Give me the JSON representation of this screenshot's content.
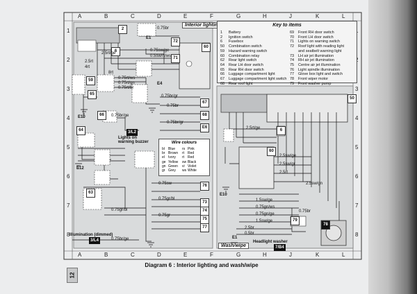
{
  "diagram": {
    "caption": "Diagram 6 : Interior lighting and wash/wipe",
    "page_number": "12",
    "columns": [
      "A",
      "B",
      "C",
      "D",
      "E",
      "F",
      "G",
      "H",
      "J",
      "K",
      "L"
    ],
    "rows": [
      "1",
      "2",
      "3",
      "4",
      "5",
      "6",
      "7",
      "8"
    ],
    "panels": {
      "interior_lighting": "Interior lighting",
      "wash_wipe": "Wash/wipe",
      "key_to_items": "Key to items"
    },
    "wire_colours": {
      "title": "Wire colours",
      "entries": [
        [
          "bl",
          "Blue",
          "rs",
          "Pink"
        ],
        [
          "br",
          "Brown",
          "rt",
          "Red"
        ],
        [
          "el",
          "Ivory",
          "rt",
          "Red"
        ],
        [
          "ge",
          "Yellow",
          "sw",
          "Black"
        ],
        [
          "gn",
          "Green",
          "vi",
          "Violet"
        ],
        [
          "gr",
          "Grey",
          "ws",
          "White"
        ]
      ]
    },
    "key_left": [
      [
        "1",
        "Battery"
      ],
      [
        "2",
        "Ignition switch"
      ],
      [
        "6",
        "Fusebox"
      ],
      [
        "50",
        "Combination switch"
      ],
      [
        "59",
        "Hazard warning switch"
      ],
      [
        "60",
        "Combination relay"
      ],
      [
        "62",
        "Rear light switch"
      ],
      [
        "64",
        "Rear LH door switch"
      ],
      [
        "65",
        "Rear RH door switch"
      ],
      [
        "66",
        "Luggage compartment light"
      ],
      [
        "67",
        "Luggage compartment light switch"
      ],
      [
        "68",
        "Rear roof light"
      ]
    ],
    "key_right": [
      [
        "69",
        "Front RH door switch"
      ],
      [
        "70",
        "Front LH door switch"
      ],
      [
        "71",
        "Lights on warning switch"
      ],
      [
        "72",
        "Roof light with reading light"
      ],
      [
        "",
        "and seatbelt warning light"
      ],
      [
        "73",
        "LH air jet illumination"
      ],
      [
        "74",
        "RH air jet illumination"
      ],
      [
        "75",
        "Centre air jet illumination"
      ],
      [
        "76",
        "Light spindle illumination"
      ],
      [
        "77",
        "Glove box light and switch"
      ],
      [
        "78",
        "Front wiper motor"
      ],
      [
        "79",
        "Front washer pump"
      ]
    ],
    "labels": {
      "lights_on_warning_buzzer": "Lights on warning buzzer",
      "illumination_dimmed": "Illumination (dimmed)",
      "headlight_washer": "Headlight washer",
      "ref_3_l2": "3/L2",
      "ref_3_l4": "3/L4",
      "ref_7_b4": "7/B4"
    },
    "wire_labels": [
      "0.75br",
      "2.5rt/ge",
      "2.5rt",
      "4rt",
      "8rt",
      "0.75sw/ge",
      "0.5sw/rt/ws",
      "0.75rt/ws",
      "0.75rt/gn",
      "0.75rt/br",
      "0.75br/gr",
      "0.75br",
      "0.75br/ge",
      "0.75br/gr",
      "0.75sw",
      "0.75gr/bl",
      "0.75gr",
      "0.75gr/bl",
      "0.75br/ge",
      "2.5rt/ge",
      "2.5sw/ge",
      "2.5sw/gr",
      "2.5rt",
      "1.5sw/ge",
      "0.75gn/ws",
      "0.75gn/ge",
      "1.5sw/ge",
      "2.5br",
      "0.5br",
      "2.5sw/gn",
      "0.75br"
    ],
    "components_left": [
      "2",
      "72",
      "71",
      "6",
      "E1",
      "E4",
      "59",
      "60",
      "64",
      "65",
      "66",
      "67",
      "68",
      "E6",
      "E10",
      "E12",
      "63",
      "73",
      "74",
      "75",
      "76",
      "77"
    ],
    "components_right": [
      "50",
      "60",
      "6",
      "E1",
      "E10",
      "78",
      "79",
      "E1"
    ]
  }
}
